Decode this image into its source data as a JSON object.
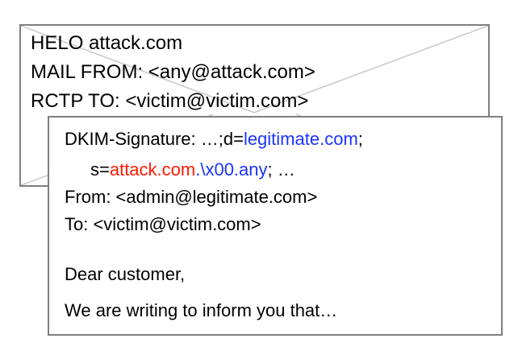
{
  "smtp_envelope": {
    "helo": "HELO attack.com",
    "mail_from": "MAIL FROM: <any@attack.com>",
    "rcpt_to": "RCTP TO: <victim@victim.com>"
  },
  "email_message": {
    "dkim": {
      "prefix": "DKIM-Signature: …;d=",
      "d_value": "legitimate.com",
      "d_suffix": ";",
      "s_prefix": "s=",
      "s_attacker": "attack.com",
      "s_null": ".\\x00.any",
      "s_suffix": "; …"
    },
    "from": "From: <admin@legitimate.com>",
    "to": "To: <victim@victim.com>",
    "greeting": "Dear customer,",
    "body": "We are writing to inform you that…"
  },
  "colors": {
    "envelope_border": "#7f7f7f",
    "highlight_legitimate": "#1a33ff",
    "highlight_attacker": "#ff1a00"
  }
}
